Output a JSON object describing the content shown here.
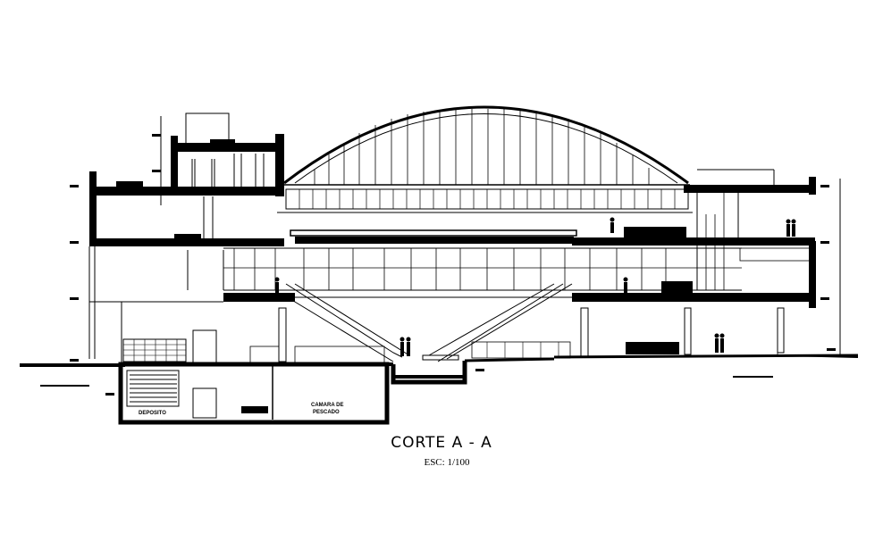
{
  "drawing": {
    "title": "CORTE A - A",
    "scale": "ESC: 1/100",
    "rooms": {
      "deposit": "DEPOSITO",
      "cold_room_line1": "CAMARA DE",
      "cold_room_line2": "PESCADO"
    },
    "colors": {
      "ink": "#000000",
      "paper": "#ffffff"
    }
  }
}
